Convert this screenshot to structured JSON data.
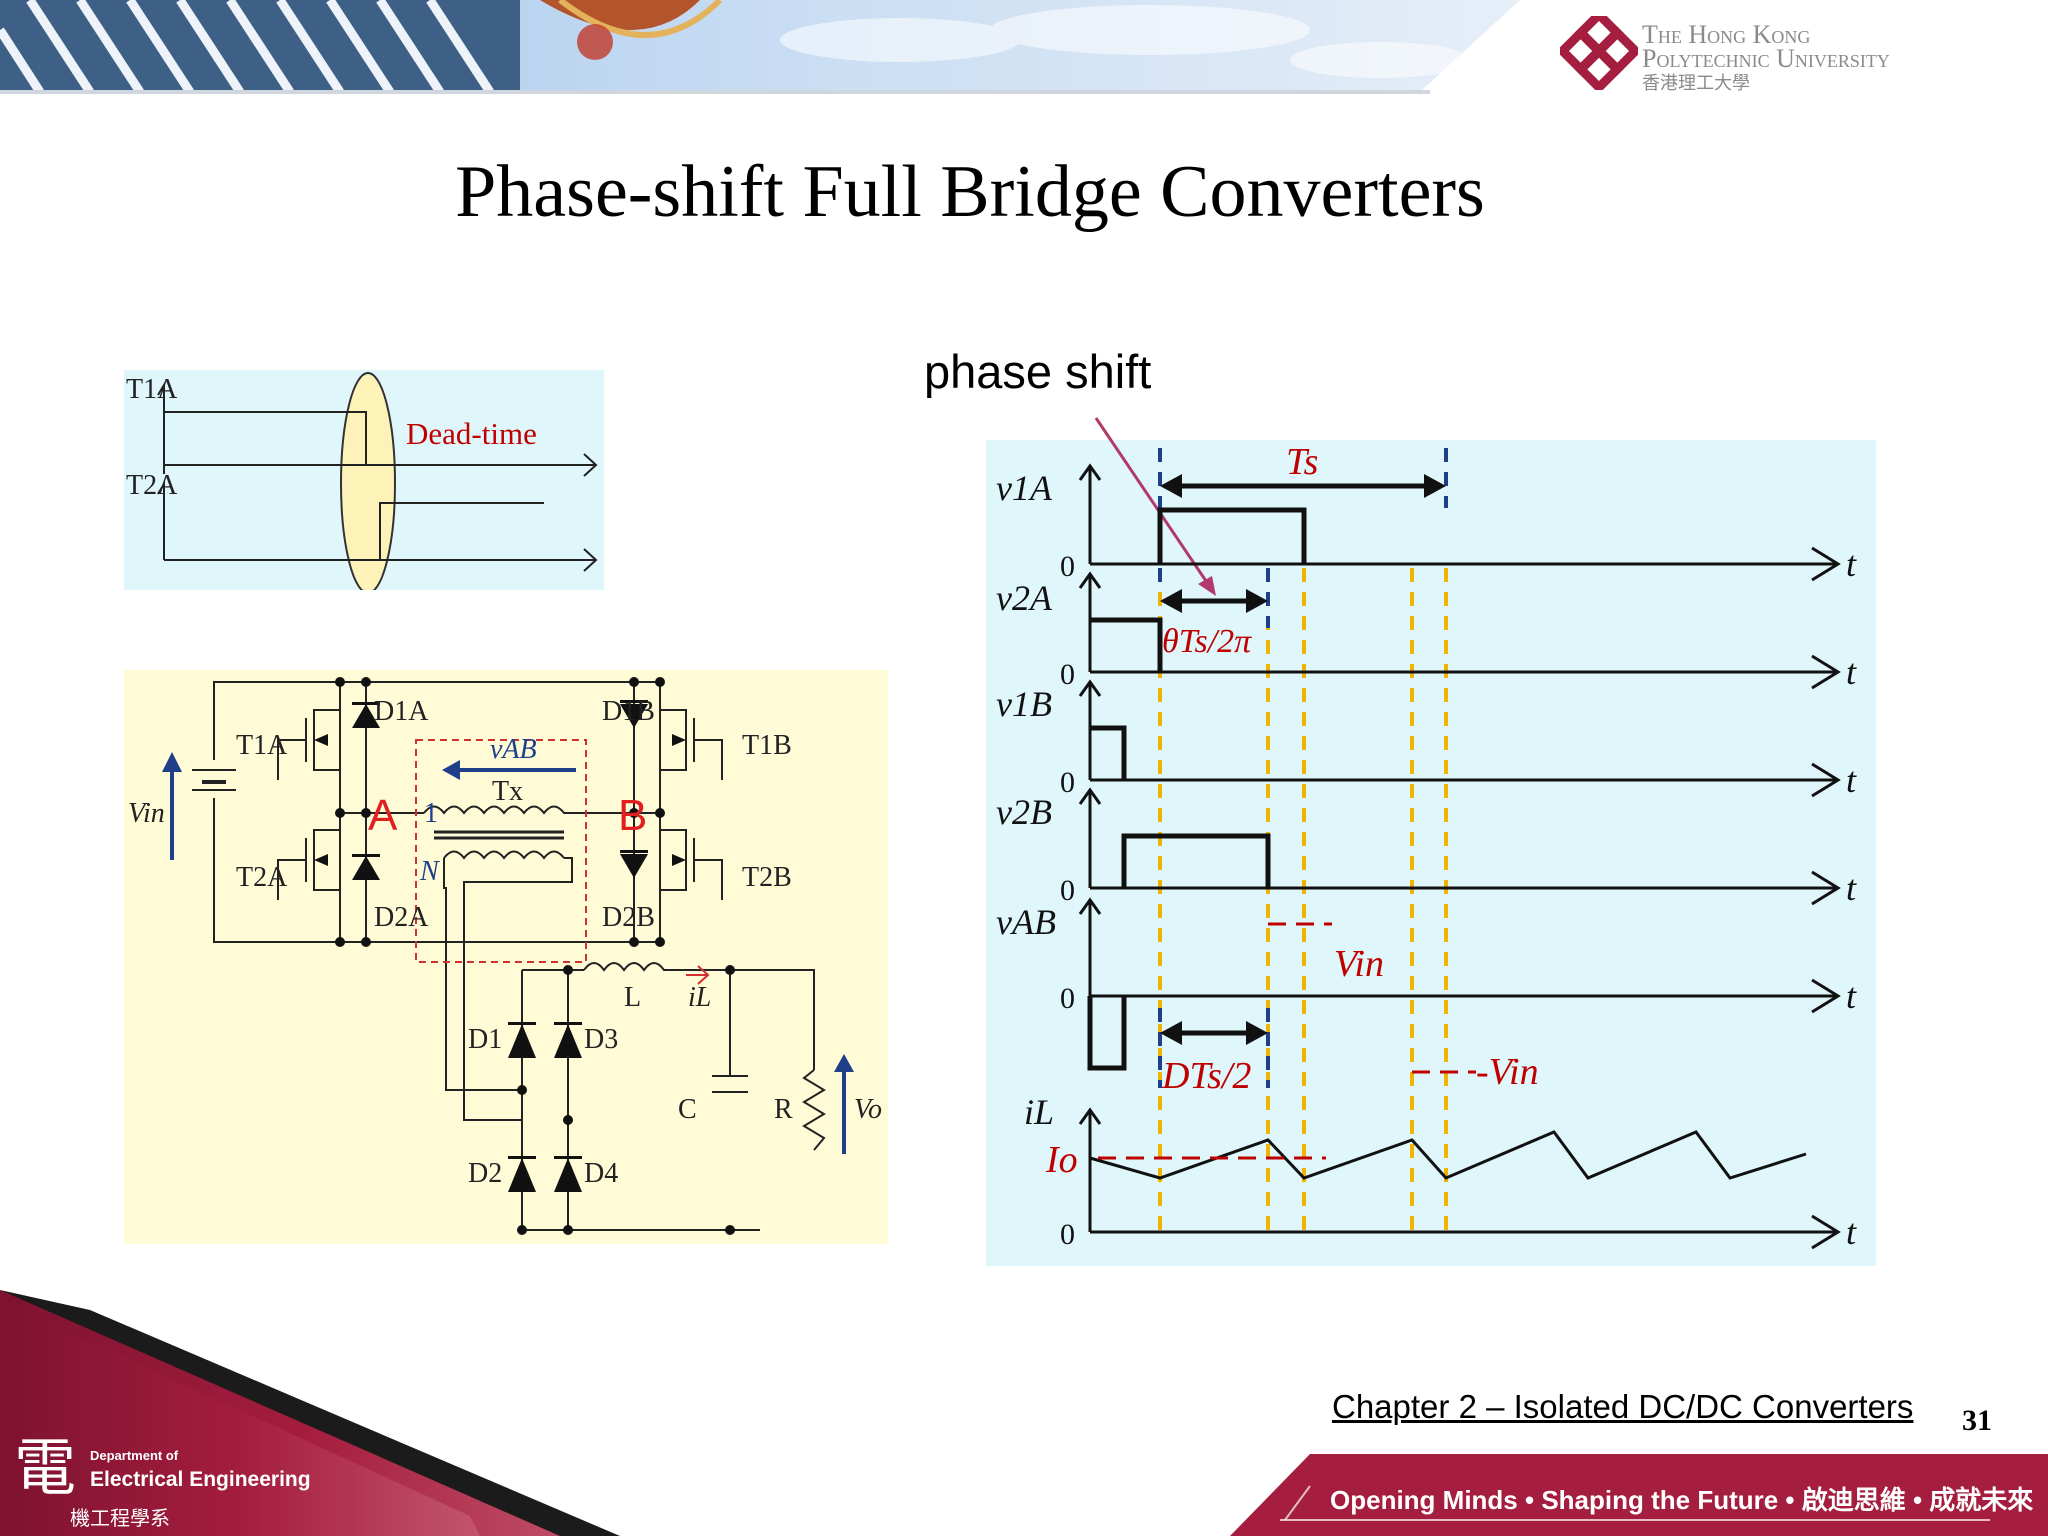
{
  "header": {
    "university_line1": "The Hong Kong",
    "university_line2": "Polytechnic University",
    "university_chinese": "香港理工大學"
  },
  "slide": {
    "title": "Phase-shift Full Bridge Converters",
    "phase_shift_label": "phase shift"
  },
  "deadtime_diagram": {
    "signal_top": "T1A",
    "signal_bottom": "T2A",
    "annotation": "Dead-time"
  },
  "circuit": {
    "labels": {
      "vin": "Vin",
      "node_a": "A",
      "node_b": "B",
      "t1a": "T1A",
      "t2a": "T2A",
      "t1b": "T1B",
      "t2b": "T2B",
      "d1a": "D1A",
      "d2a": "D2A",
      "d1b": "D1B",
      "d2b": "D2B",
      "vab": "vAB",
      "tx": "Tx",
      "ratio_primary": "1",
      "ratio_secondary": "N",
      "inductor": "L",
      "il": "iL",
      "d1": "D1",
      "d2": "D2",
      "d3": "D3",
      "d4": "D4",
      "cap": "C",
      "res": "R",
      "vo": "Vo"
    }
  },
  "waveforms": {
    "signals": [
      "v1A",
      "v2A",
      "v1B",
      "v2B",
      "vAB",
      "iL"
    ],
    "time_axis": "t",
    "zero": "0",
    "period_label": "Ts",
    "phase_label": "θTs/2π",
    "duty_label": "DTs/2",
    "vin_label": "Vin",
    "neg_vin_label": "-Vin",
    "io_label": "Io"
  },
  "footer": {
    "chapter": "Chapter 2 – Isolated DC/DC Converters",
    "page_number": "31",
    "dept_of": "Department of",
    "dept_name": "Electrical Engineering",
    "dept_chinese": "機工程學系",
    "slogan": "Opening Minds • Shaping the Future • 啟迪思維 • 成就未來"
  },
  "colors": {
    "maroon": "#a51d3f",
    "dashed_red": "#c00000",
    "dashed_blue": "#1f3f8a",
    "dashed_yellow": "#f0b400",
    "panel_cyan": "#dff6fb",
    "panel_yellow": "#fefbd6"
  }
}
